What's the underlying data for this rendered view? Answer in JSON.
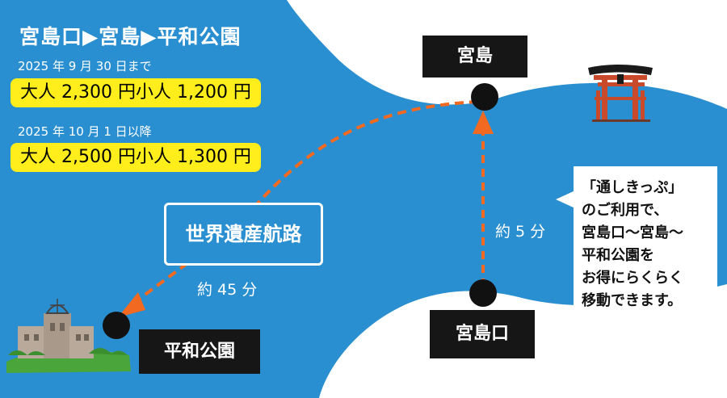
{
  "header": {
    "route_title": "宮島口▶宮島▶平和公園"
  },
  "fares": [
    {
      "period": "2025 年 9 月 30 日まで",
      "price": "大人 2,300 円小人 1,200 円"
    },
    {
      "period": "2025 年 10 月 1 日以降",
      "price": "大人 2,500 円小人 1,300 円"
    }
  ],
  "stations": {
    "miyajima": "宮島",
    "miyajimaguchi": "宮島口",
    "heiwa_koen": "平和公園"
  },
  "route": {
    "name": "世界遺産航路",
    "long_time": "約 45 分",
    "short_time": "約 5 分"
  },
  "callout": {
    "text": "「通しきっぷ」\nのご利用で、\n宮島口～宮島～\n平和公園を\nお得にらくらく\n移動できます。"
  },
  "colors": {
    "sea": "#2a8fd0",
    "land": "#ffffff",
    "fare_box": "#ffee1c",
    "route_arrow": "#f26a22",
    "station_box": "#161616"
  },
  "icons": {
    "torii": "itsukushima-torii-icon",
    "dome": "atomic-bomb-dome-icon"
  }
}
